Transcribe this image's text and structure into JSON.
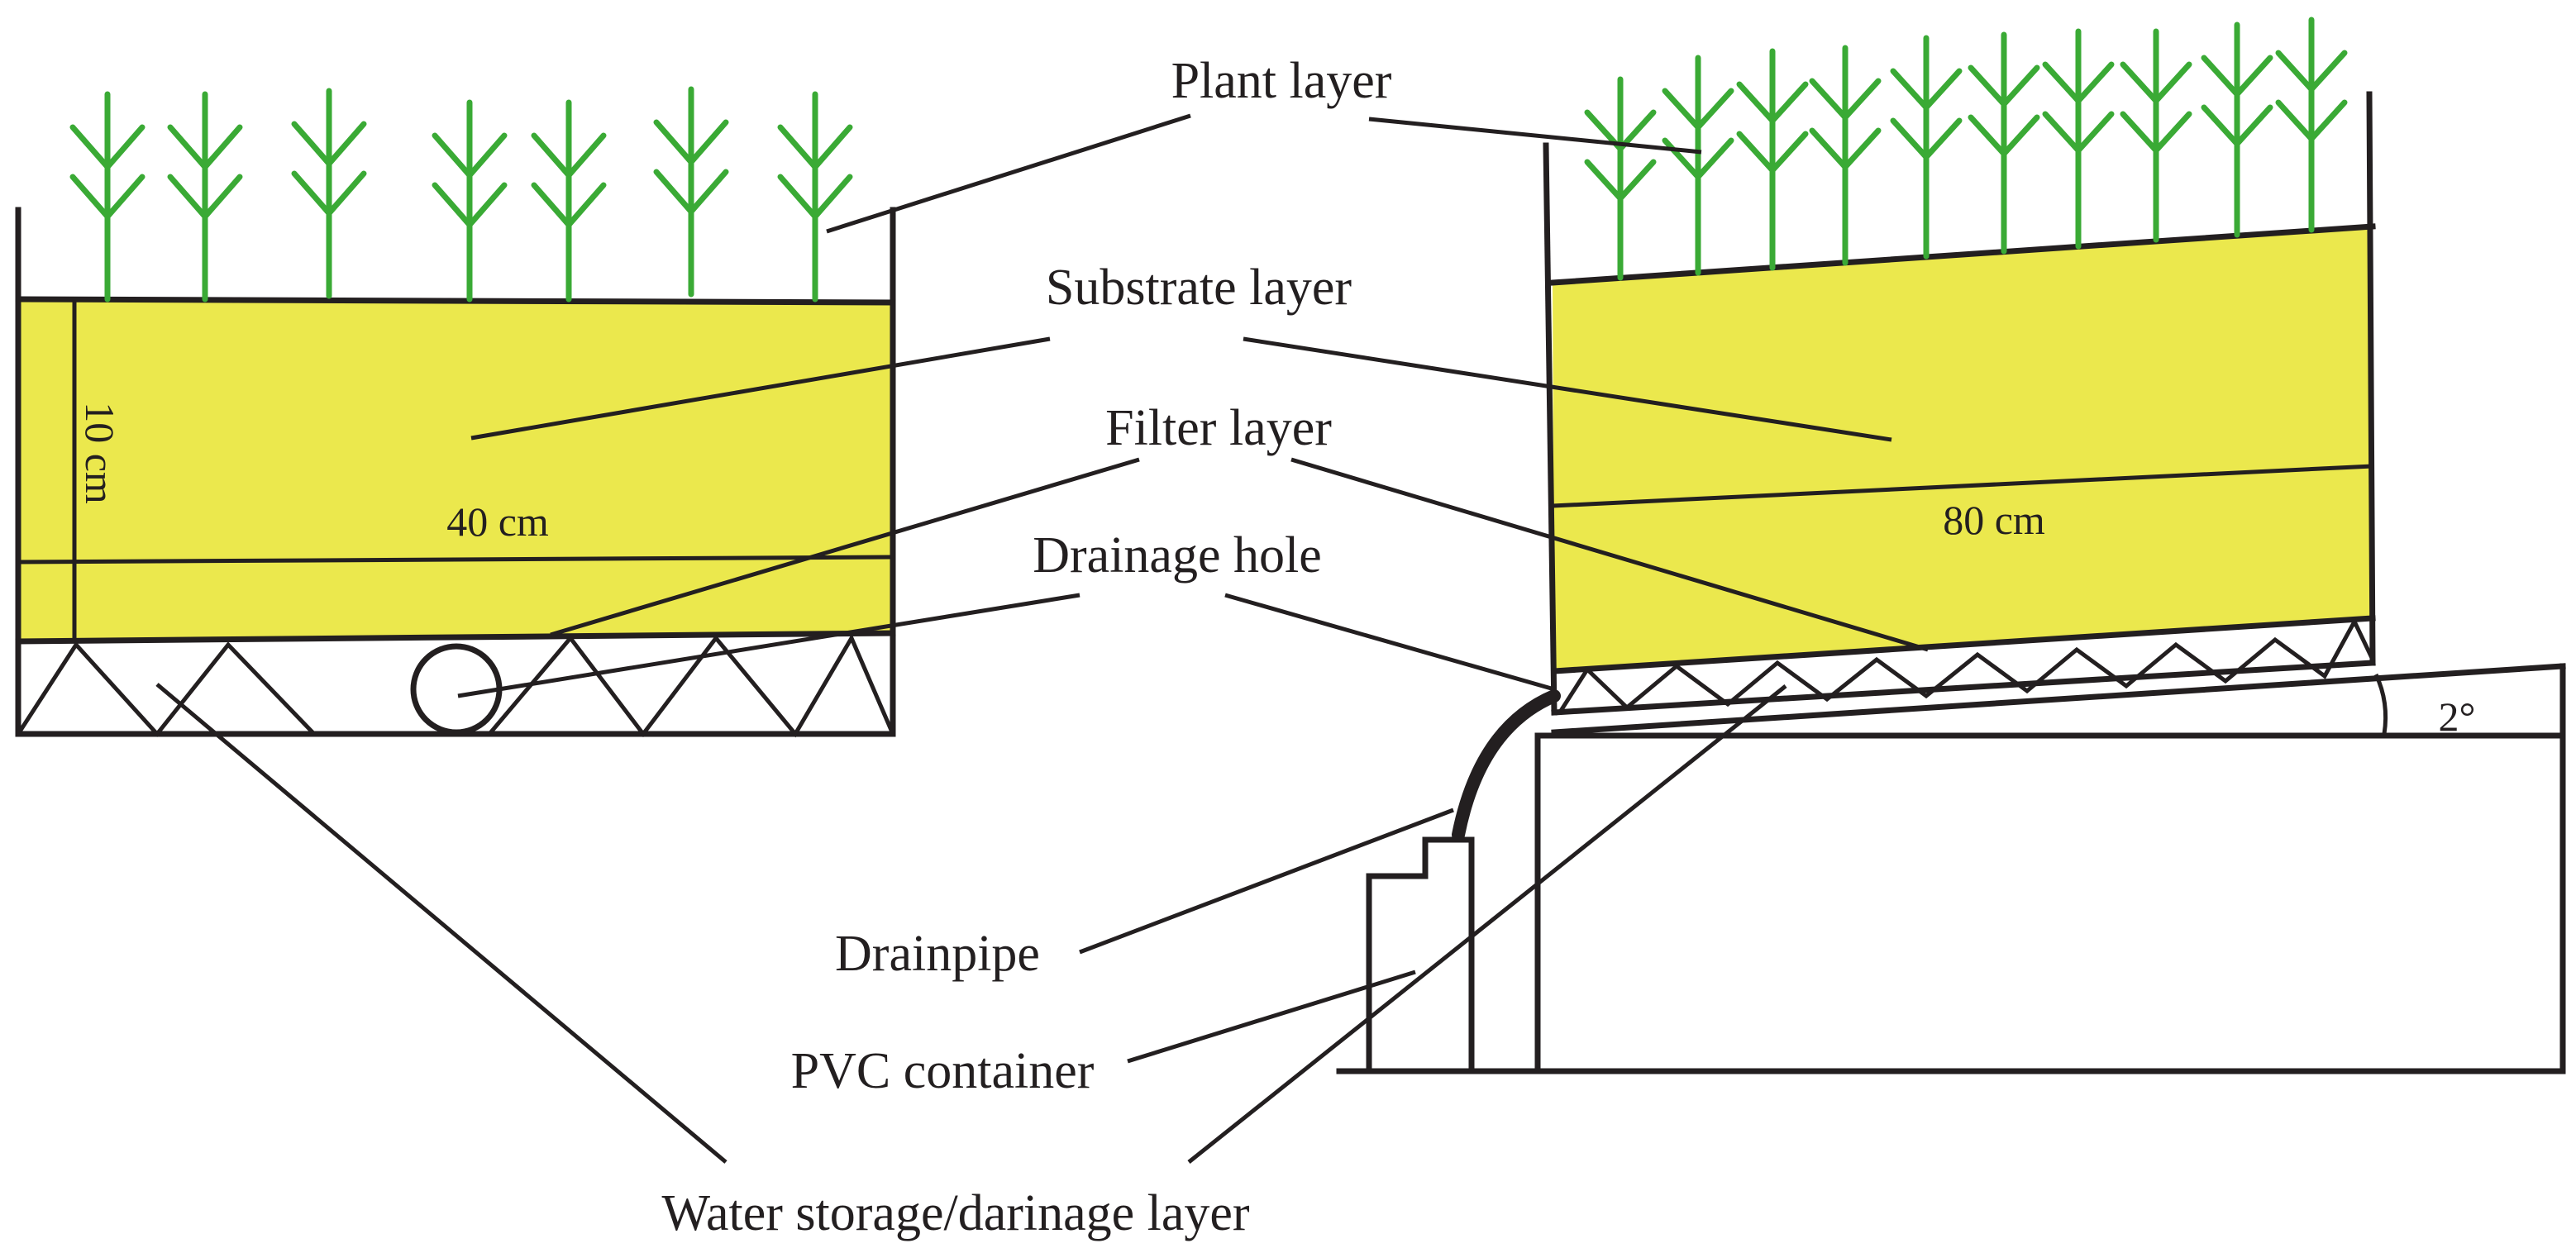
{
  "labels": {
    "plant_layer": "Plant layer",
    "substrate_layer": "Substrate layer",
    "filter_layer": "Filter layer",
    "drainage_hole": "Drainage hole",
    "drainpipe": "Drainpipe",
    "pvc_container": "PVC container",
    "water_storage": "Water storage/darinage layer"
  },
  "dimensions": {
    "height": "10 cm",
    "width_left": "40 cm",
    "width_right": "80 cm",
    "slope": "2°"
  },
  "colors": {
    "substrate": "#ebe84d",
    "plant": "#3aaa35",
    "line": "#231f20"
  }
}
